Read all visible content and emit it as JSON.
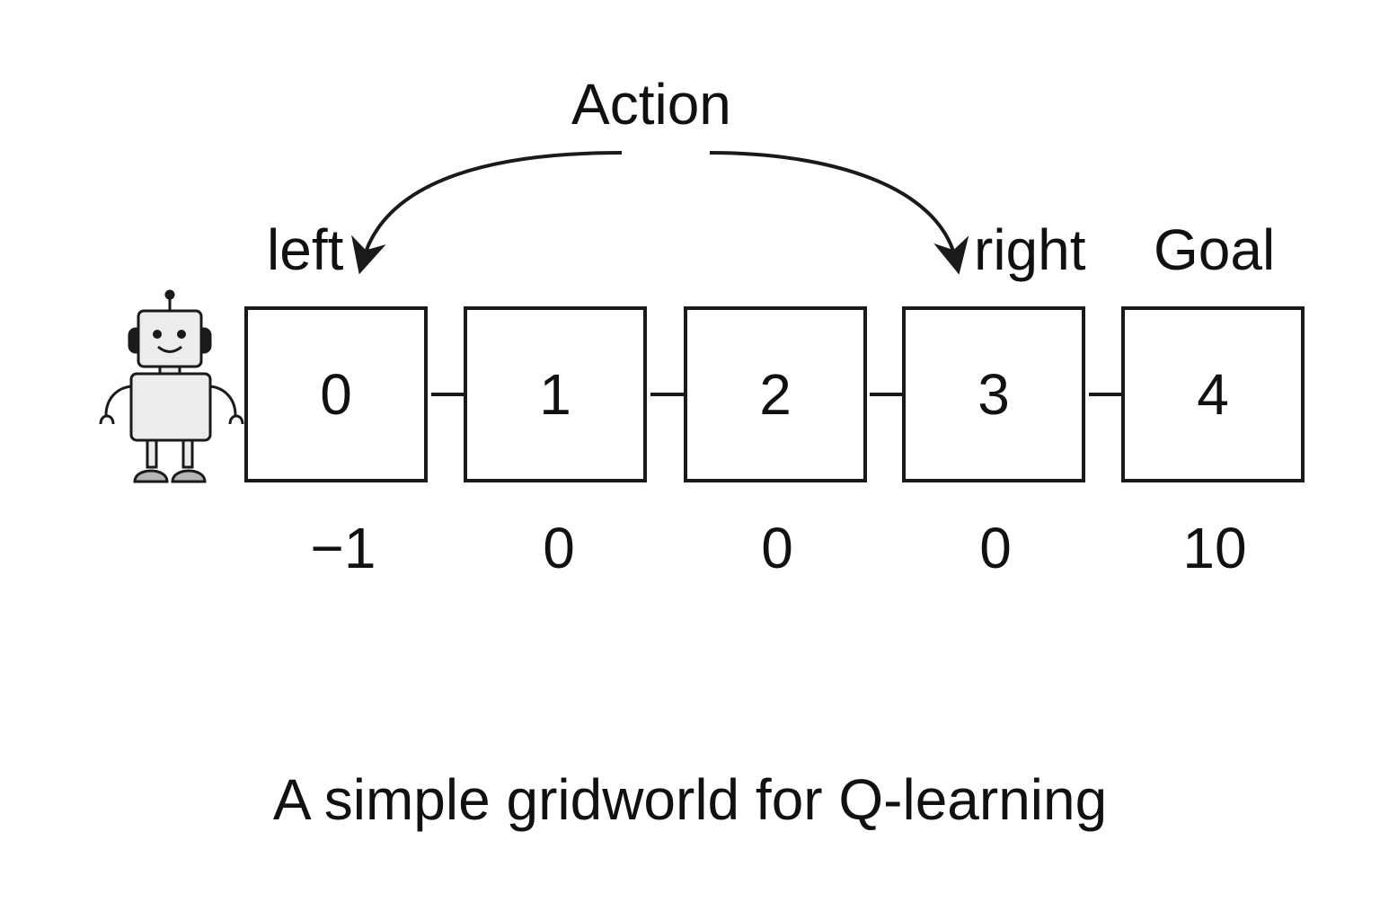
{
  "action": "Action",
  "left": "left",
  "right": "right",
  "goal": "Goal",
  "states": [
    "0",
    "1",
    "2",
    "3",
    "4"
  ],
  "rewards": [
    "−1",
    "0",
    "0",
    "0",
    "10"
  ],
  "caption": "A simple gridworld for Q-learning",
  "agent_icon": "robot-icon",
  "colors": {
    "stroke": "#1a1a1a",
    "robot_fill": "#ececec",
    "robot_feet": "#b5b5b5"
  }
}
